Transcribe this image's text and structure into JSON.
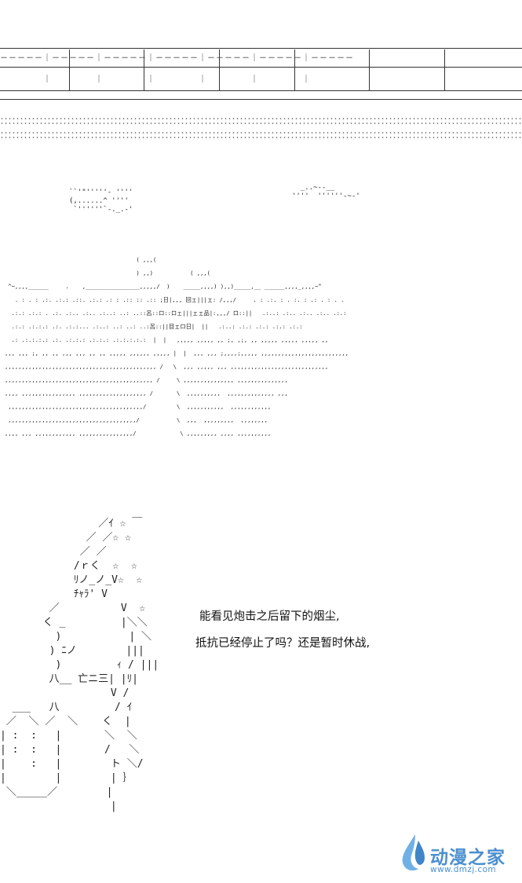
{
  "table_header_rows": {
    "row1": "－－－－－｜－－－－－｜－－－－－｜－－－－－｜－－－－－｜－－－－－｜－－－－－",
    "row2": "　　　　　｜　　　　　｜　　　　　｜　　　　　｜　　　　　｜　　　　　｜　　　　　"
  },
  "smoke_art": {
    "left": "``'\"'''''- ''''\n(,......^ ''''\n `''''''`-._.-'",
    "right": "  _..~--__\n''''  ''''''-~-'\n"
  },
  "city_art": "                                       ( ,,,(\n                                       ) ,,)           ( ,,,(\n ^~,,,,______     .    ,________________,,,,,/  )    _____,,,,) ),,)_____,__ ______,,,,_,,,,~^\n   . : . : .:. .:.: .::. .:.: .: : .:: :: .:: ;日|,,, 回ェ|||ェ: /,,,/     . : .:. : . :. : .: . : . .\n  .:.: .:.: . .:. .:.. .:.. .:..: ..: ..::呂::ロ::ロェ|||ェェ品|:,,,/ ロ::||   .:..: .:.. .:.. .:.. .:.:\n  .:.: .:.:.: .:. .:.:... .:..: ..: ..: ..:呂::||目ェロ日|  ||   .:..: .:.: .:.: .:.: .:.:\n  .: .:.:.:.: .:. .:.:.: .:.:.: .:.:.:.:.:  |  |   ,,,,, ,,,,, ,, ;, ,;, ,, ,,,,, ,,,,, ,,,,, ,,\n,,, ,,, ;, ,, ,, ,,, ,,, ,, ,, ,,,,, ,,,,,, ,,,,, |  |  ,,, ,,, ;,,,,;,,,,, ,,,,,,,,,,,,,,,,,,,,,,,,,,\n,,,,,,,,,,,,,,,,,,,,,,,,,,,,,,,,,,,,,,,,,,,,, /   \\  ,,, ,,,,, ,,, ,,,,,,,,,,,,,,,,,,,,,,,,,,,,,\n,,,,,,,,,,,,,,,,,,,,,,,,,,,,,,,,,,,,,,,,,,,, /     \\ ,,,,,,,,,,,,,,, ,,,,,,,,,,,,,,,\n,,,, ,,,,,,,,,,,,,,,, ,,,,,,,,,,,,,,,,,,,, /       \\  ,,,,,,,,,,  ,,,,,,,,,,,,,, ,,,\n ,,,,,,,,,,,,,,,,,,,,,,,,,,,,,,,,,,,,,,,,/         \\  ,,,,,,,,,,,  ,,,,,,,,,,,,\n ,,,,,,,,,,,,,,,,,,,,,,,,,,,,,,,,,,,,,,/           \\  ,,,  ,,,,,,,,,  ,,,,,,,,\n,,,, ,,, ,,,,,,,,,,,, ,,,,,,,,,,,,,,,,/             \\ ,,,,,,,,, ,,,, ,,,,,,,,,,",
  "character_art": "                ／ｲ ☆ ￣\n              ／ ／☆ ☆\n             ／ ／\n            /ｒく  ☆  ☆\n            ﾘノ_ノ_V☆  ☆\n            ﾁｬﾗ' V\n        ／          V  ☆\n       く _         |＼＼\n         )           | ＼\n        ) ﾆノ        |||\n         )         ｨ / |||\n        八__ 亡ニ三| |ﾘ|\n                  V /\n  ___   八         / ｲ\n ／  ＼ ／  ＼    く  |\n| :  :   |       ＼  ＼\n| :  :   |       /   ＼\n|    :   |        ト ＼/\n|        |        | ｝\n ＼_____／        |\n                  |",
  "dialogue": {
    "line1": "能看见炮击之后留下的烟尘,",
    "line2": "抵抗已经停止了吗？还是暂时休战,"
  },
  "watermark": {
    "brand": "动漫之家",
    "url": "www.dmzj.com",
    "color": "#4b8fcf"
  }
}
